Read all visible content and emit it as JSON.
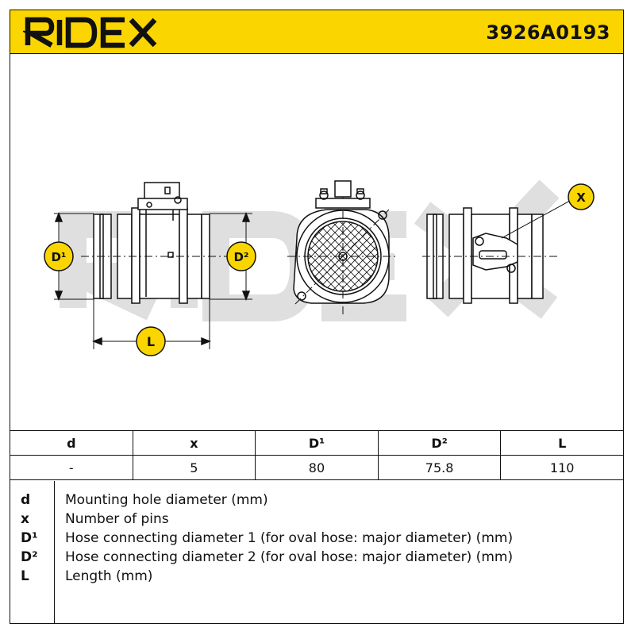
{
  "brand": "RIDEX",
  "part_number": "3926A0193",
  "drawing_labels": {
    "d1": "D¹",
    "d2": "D²",
    "l": "L",
    "x": "X"
  },
  "table": {
    "headers": [
      "d",
      "x",
      "D¹",
      "D²",
      "L"
    ],
    "values": [
      "-",
      "5",
      "80",
      "75.8",
      "110"
    ]
  },
  "legend": [
    {
      "symbol": "d",
      "description": "Mounting hole diameter (mm)"
    },
    {
      "symbol": "x",
      "description": "Number of pins"
    },
    {
      "symbol": "D¹",
      "description": "Hose connecting diameter 1 (for oval hose: major diameter) (mm)"
    },
    {
      "symbol": "D²",
      "description": "Hose connecting diameter 2 (for oval hose: major diameter) (mm)"
    },
    {
      "symbol": "L",
      "description": "Length (mm)"
    }
  ],
  "colors": {
    "accent": "#fbd500",
    "ink": "#111111",
    "watermark": "#dcdcdc"
  }
}
